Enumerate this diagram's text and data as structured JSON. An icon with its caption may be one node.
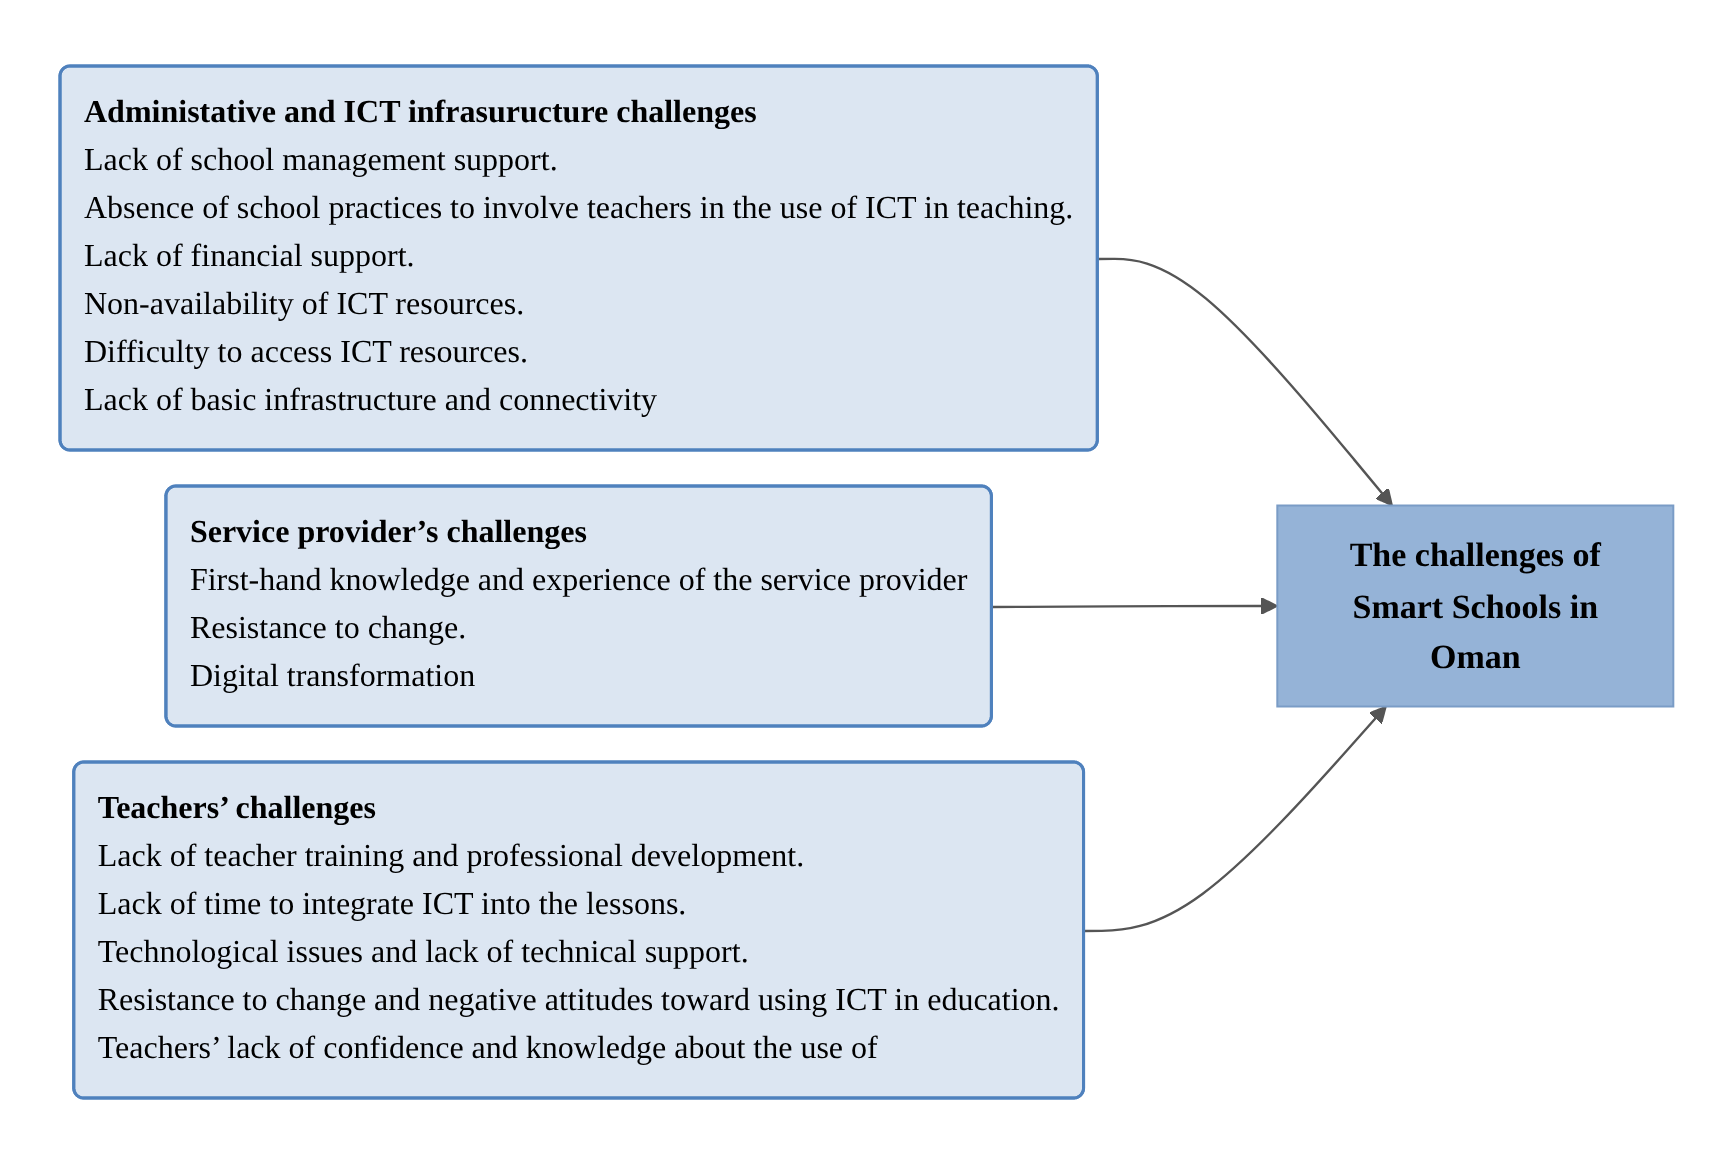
{
  "diagram": {
    "nodes": [
      {
        "text": [
          "Administative and ICT infrasuructure challenges",
          "Lack of school management support.",
          "Absence of school practices to involve teachers in the use of ICT in teaching.",
          "Lack of financial support.",
          "Non-availability of ICT resources.",
          "Difficulty to access ICT resources.",
          "Lack of basic infrastructure and connectivity"
        ]
      },
      {
        "text": [
          "Service provider’s challenges",
          "First-hand knowledge and experience of the service provider",
          "Resistance to change.",
          "Digital transformation"
        ]
      },
      {
        "text": [
          "Teachers’ challenges",
          "Lack of teacher training and professional development.",
          "Lack of time to integrate ICT into the lessons.",
          "Technological issues and lack of technical support.",
          "Resistance to change and negative attitudes toward using ICT in education.",
          "Teachers’ lack of confidence and knowledge about the use of"
        ]
      },
      {
        "text": [
          "The challenges of Smart Schools in Oman"
        ]
      }
    ],
    "edges": [
      {
        "from": 0,
        "to": 3,
        "arrow": "to"
      },
      {
        "from": 1,
        "to": 3,
        "arrow": "to"
      },
      {
        "from": 2,
        "to": 3,
        "arrow": "to"
      }
    ]
  }
}
